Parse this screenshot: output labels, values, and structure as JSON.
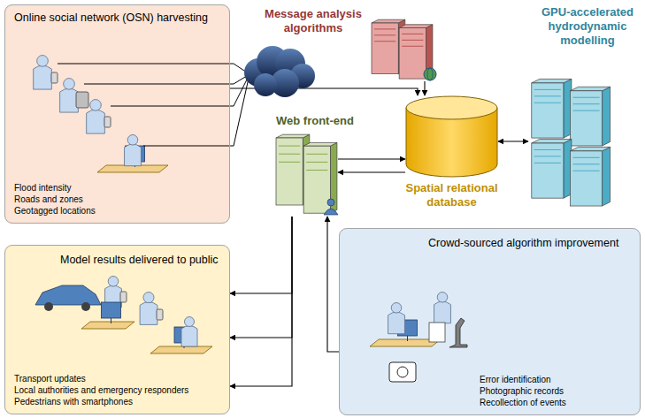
{
  "diagram": {
    "nodes": [
      {
        "text": [
          "Online social network (OSN) harvesting",
          "Flood intensity",
          "Roads and zones",
          "Geotagged locations"
        ]
      },
      {
        "text": [
          "Message analysis algorithms"
        ]
      },
      {
        "text": [
          "GPU-accelerated hydrodynamic modelling"
        ]
      },
      {
        "text": [
          "Web front-end"
        ]
      },
      {
        "text": [
          "Spatial relational database"
        ]
      },
      {
        "text": [
          "Model results delivered to public",
          "Transport updates",
          "Local authorities and emergency responders",
          "Pedestrians with smartphones"
        ]
      },
      {
        "text": [
          "Crowd-sourced algorithm improvement",
          "Error identification",
          "Photographic records",
          "Recollection of events"
        ]
      }
    ],
    "edges": [
      {
        "from": 0,
        "to": 4,
        "arrow": "to"
      },
      {
        "from": 1,
        "to": 4,
        "arrow": "to"
      },
      {
        "from": 4,
        "to": 2,
        "arrow": "both"
      },
      {
        "from": 3,
        "to": 4,
        "arrow": "to"
      },
      {
        "from": 4,
        "to": 3,
        "arrow": "to"
      },
      {
        "from": 3,
        "to": 5,
        "arrow": "to"
      },
      {
        "from": 6,
        "to": 3,
        "arrow": "to"
      }
    ]
  }
}
